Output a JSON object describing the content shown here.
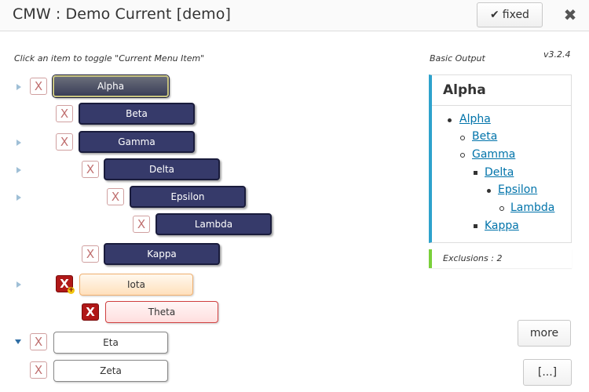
{
  "header": {
    "title": "CMW : Demo Current [demo]",
    "fixed_label": "fixed",
    "check_glyph": "✔",
    "close_glyph": "✖"
  },
  "instructions": "Click an item to toggle \"Current Menu Item\"",
  "tree": {
    "exclude_glyph": "X",
    "items": [
      {
        "label": "Alpha"
      },
      {
        "label": "Beta"
      },
      {
        "label": "Gamma"
      },
      {
        "label": "Delta"
      },
      {
        "label": "Epsilon"
      },
      {
        "label": "Lambda"
      },
      {
        "label": "Kappa"
      },
      {
        "label": "Iota"
      },
      {
        "label": "Theta"
      },
      {
        "label": "Eta"
      },
      {
        "label": "Zeta"
      }
    ]
  },
  "output": {
    "label": "Basic Output",
    "version": "v3.2.4",
    "title": "Alpha",
    "menu": [
      "Alpha",
      "Beta",
      "Gamma",
      "Delta",
      "Epsilon",
      "Lambda",
      "Kappa"
    ],
    "exclusions": "Exclusions : 2"
  },
  "buttons": {
    "more": "more",
    "ellipsis": "[...]"
  },
  "colors": {
    "accent_blue": "#2ea2cc",
    "accent_green": "#7ad03a",
    "navy_item": "#363a6a",
    "exclude_red": "#b01818"
  }
}
